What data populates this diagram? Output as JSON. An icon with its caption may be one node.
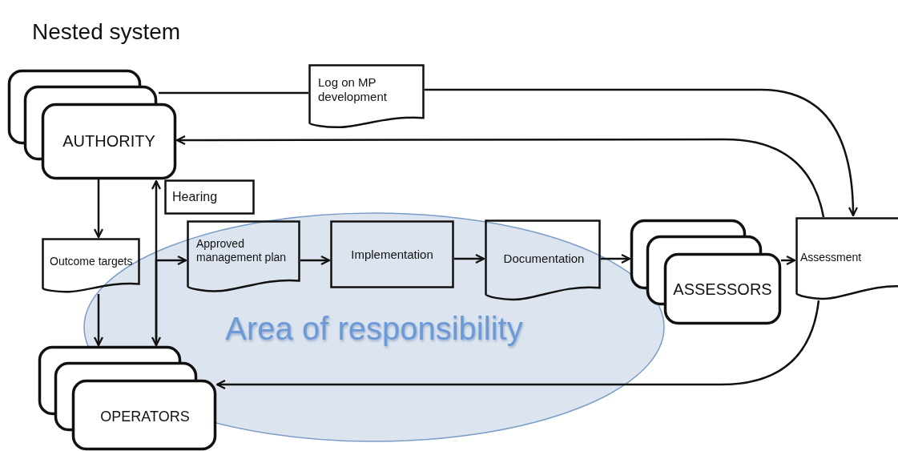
{
  "diagram": {
    "title": "Nested system",
    "nodes": [
      {
        "text": [
          "AUTHORITY"
        ]
      },
      {
        "text": [
          "Log on MP development"
        ]
      },
      {
        "text": [
          "Hearing"
        ]
      },
      {
        "text": [
          "Outcome targets"
        ]
      },
      {
        "text": [
          "Approved management plan"
        ]
      },
      {
        "text": [
          "Implementation"
        ]
      },
      {
        "text": [
          "Documentation"
        ]
      },
      {
        "text": [
          "ASSESSORS"
        ]
      },
      {
        "text": [
          "Assessment"
        ]
      },
      {
        "text": [
          "OPERATORS"
        ]
      }
    ],
    "labels": [
      "Area of responsibility"
    ],
    "edges": [
      {
        "from": 0,
        "to": 1,
        "arrow": "none"
      },
      {
        "from": 1,
        "to": 8,
        "arrow": "to"
      },
      {
        "from": 8,
        "to": 0,
        "arrow": "to"
      },
      {
        "from": 0,
        "to": 3,
        "arrow": "to"
      },
      {
        "from": 3,
        "to": 9,
        "arrow": "to"
      },
      {
        "from": 0,
        "to": 9,
        "arrow": "both"
      },
      {
        "from": 9,
        "to": 4,
        "arrow": "to"
      },
      {
        "from": 4,
        "to": 5,
        "arrow": "to"
      },
      {
        "from": 5,
        "to": 6,
        "arrow": "to"
      },
      {
        "from": 6,
        "to": 7,
        "arrow": "to"
      },
      {
        "from": 7,
        "to": 8,
        "arrow": "to"
      },
      {
        "from": 8,
        "to": 9,
        "arrow": "to"
      }
    ]
  }
}
